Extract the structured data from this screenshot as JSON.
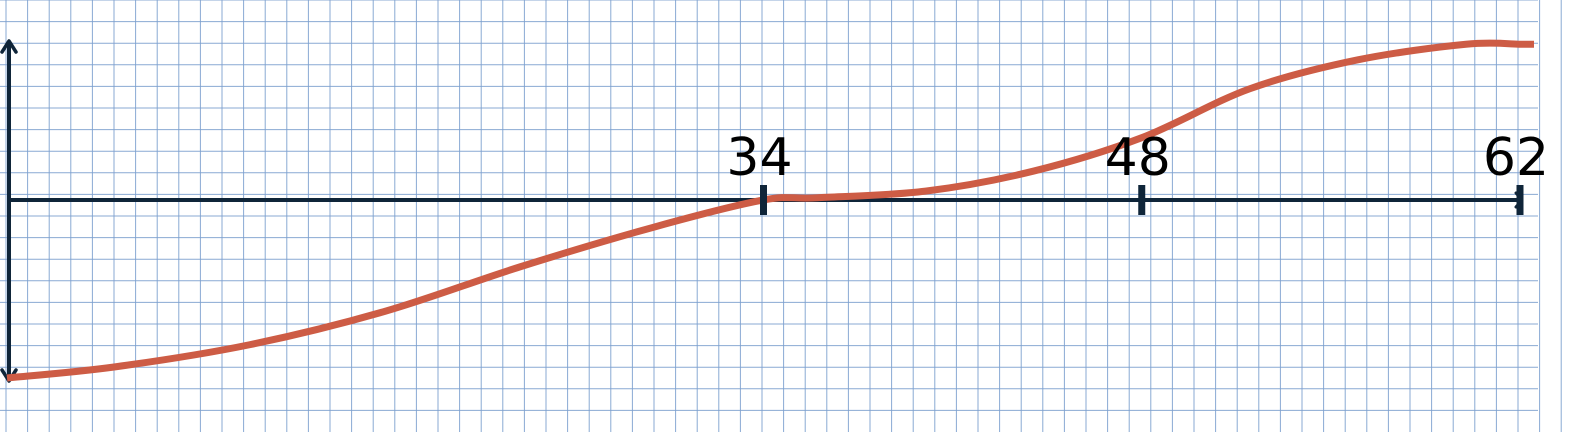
{
  "chart_data": {
    "type": "line",
    "title": "",
    "xlabel": "",
    "ylabel": "",
    "xlim": [
      6,
      62
    ],
    "ylim": [
      -8.4,
      7.0
    ],
    "grid": true,
    "x_ticks": [
      {
        "value": 34,
        "label": "34"
      },
      {
        "value": 48,
        "label": "48"
      },
      {
        "value": 62,
        "label": "62"
      }
    ],
    "series": [
      {
        "color": "#cd5c45",
        "x": [
          6,
          10,
          15,
          20,
          25,
          30,
          34,
          36,
          40,
          44,
          48,
          52,
          56,
          60,
          62
        ],
        "y": [
          -8.0,
          -7.5,
          -6.5,
          -5.0,
          -3.0,
          -1.2,
          0,
          0.1,
          0.4,
          1.3,
          2.8,
          5.0,
          6.3,
          7.0,
          7.0
        ]
      }
    ],
    "colors": {
      "grid": "#7da0cf",
      "axis": "#0f2539",
      "curve": "#cd5c45"
    }
  }
}
